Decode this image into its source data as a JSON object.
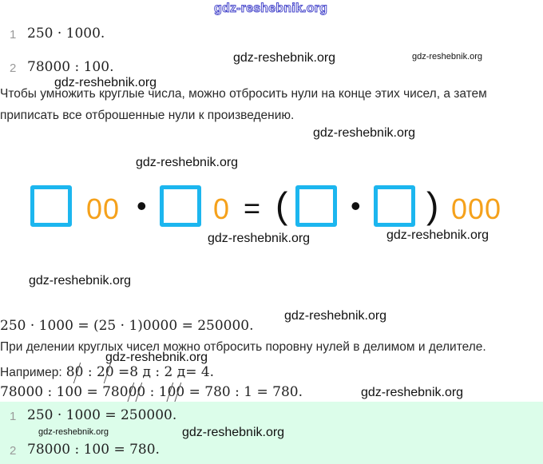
{
  "watermark": "gdz-reshebnik.org",
  "task": {
    "items": [
      {
        "num": "1",
        "expr": "250 · 1000."
      },
      {
        "num": "2",
        "expr": "78000 : 100."
      }
    ]
  },
  "explanation": {
    "paragraph1_line1": "Чтобы умножить круглые числа, можно отбросить нули на конце этих чисел, а затем",
    "paragraph1_line2": "приписать все отброшенные нули к произведению."
  },
  "diagram": {
    "zeros_a": "00",
    "dot1": "•",
    "zeros_b": "0",
    "equals": "=",
    "open_paren": "(",
    "dot2": "•",
    "close_paren": ")",
    "zeros_c": "000",
    "colors": {
      "box": "#1cb6ef",
      "zeros": "#f5a11b"
    }
  },
  "solution": {
    "line1": "250 · 1000 = (25 · 1)0000 = 250000.",
    "paragraph2": "При делении круглых чисел можно отбросить поровну нулей в делимом и делителе.",
    "example_label": "Например:",
    "example_a": "8",
    "example_a_zero": "0",
    "example_colon1": " : 2",
    "example_b_zero": "0",
    "example_rest": " =8 д : 2 д= 4.",
    "line3_start": "78000 : 100 = 780",
    "line3_z1": "0",
    "line3_z2": "0",
    "line3_mid": " : 1",
    "line3_z3": "0",
    "line3_z4": "0",
    "line3_end": " = 780 : 1 = 780."
  },
  "answer": {
    "background": "#dcfdea",
    "items": [
      {
        "num": "1",
        "expr": "250 · 1000 = 250000."
      },
      {
        "num": "2",
        "expr": "78000 : 100 = 780."
      }
    ]
  }
}
